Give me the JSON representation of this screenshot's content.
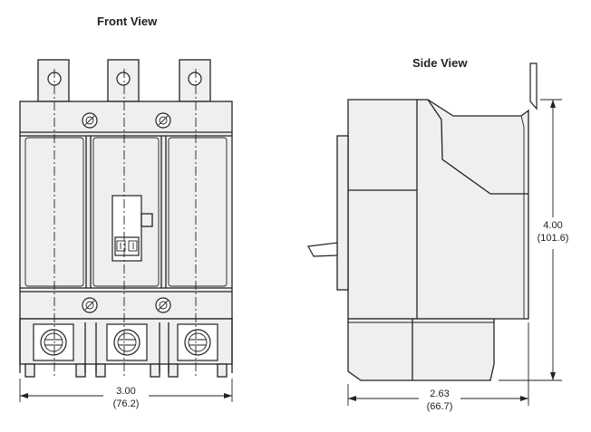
{
  "views": {
    "front": {
      "title": "Front View",
      "width_in": "3.00",
      "width_mm": "(76.2)"
    },
    "side": {
      "title": "Side View",
      "height_in": "4.00",
      "height_mm": "(101.6)",
      "depth_in": "2.63",
      "depth_mm": "(66.7)"
    }
  },
  "colors": {
    "line": "#222222",
    "fill": "#efefef",
    "background": "#ffffff"
  }
}
